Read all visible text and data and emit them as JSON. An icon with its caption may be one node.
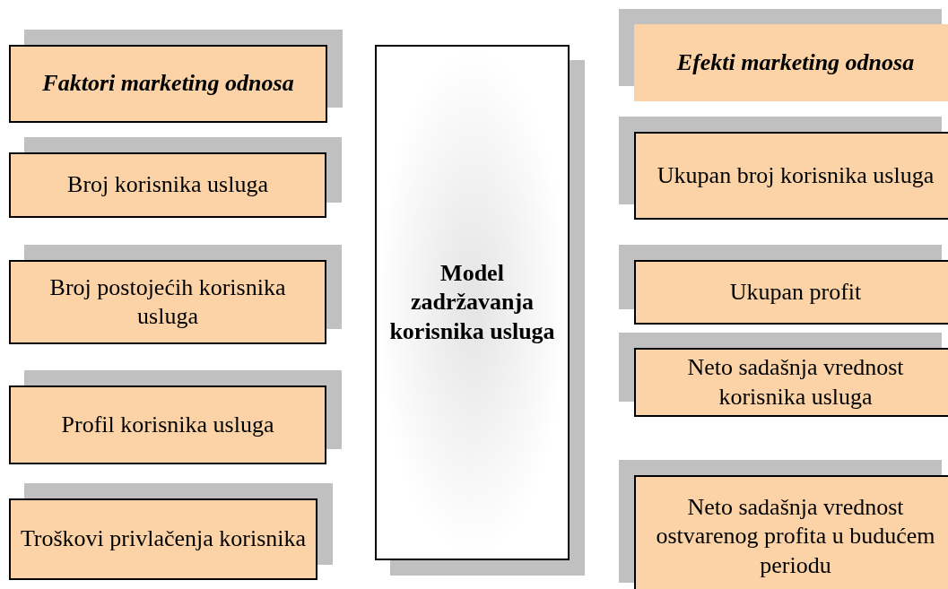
{
  "diagram": {
    "nodes": [
      {
        "text": [
          "Faktori marketing odnosa"
        ]
      },
      {
        "text": [
          "Broj korisnika usluga"
        ]
      },
      {
        "text": [
          "Broj postojećih korisnika usluga"
        ]
      },
      {
        "text": [
          "Profil korisnika usluga"
        ]
      },
      {
        "text": [
          "Troškovi privlačenja korisnika"
        ]
      },
      {
        "text": [
          "Model zadržavanja korisnika usluga"
        ]
      },
      {
        "text": [
          "Efekti marketing odnosa"
        ]
      },
      {
        "text": [
          "Ukupan broj korisnika usluga"
        ]
      },
      {
        "text": [
          "Ukupan profit"
        ]
      },
      {
        "text": [
          "Neto sadašnja vrednost korisnika usluga"
        ]
      },
      {
        "text": [
          "Neto sadašnja vrednost ostvarenog profita u budućem periodu"
        ]
      }
    ]
  }
}
